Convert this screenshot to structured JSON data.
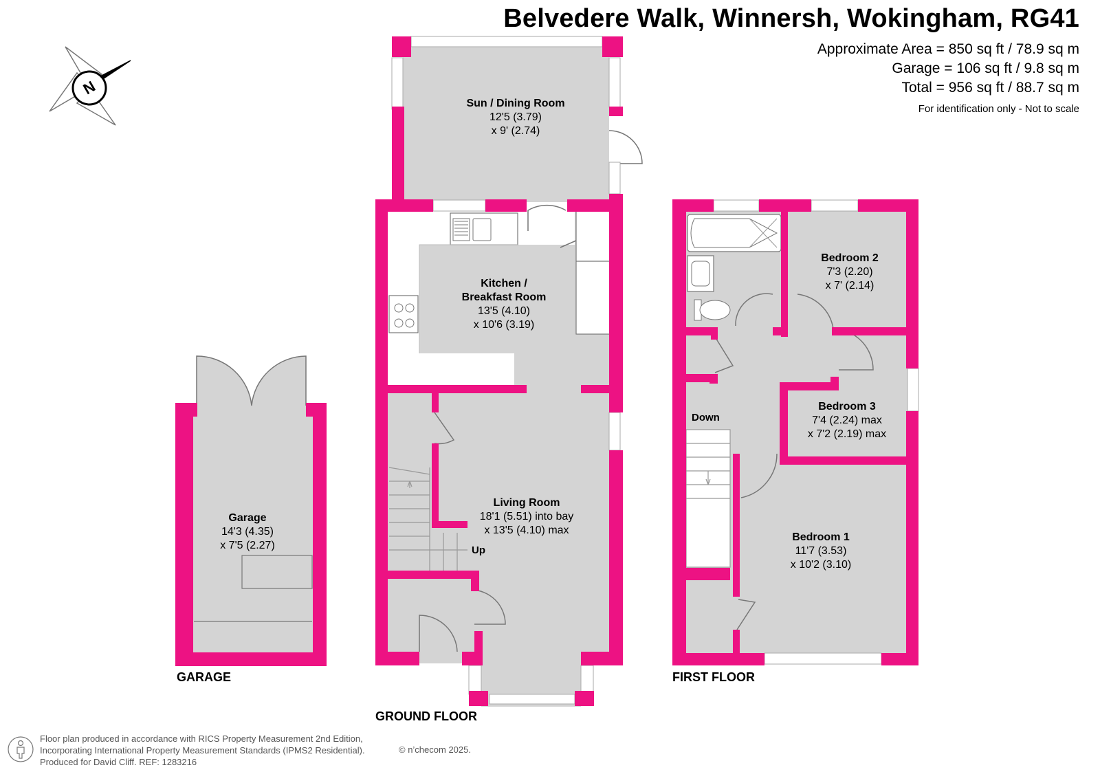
{
  "header": {
    "title": "Belvedere Walk, Winnersh, Wokingham, RG41",
    "area_line": "Approximate Area = 850 sq ft / 78.9 sq m",
    "garage_line": "Garage = 106 sq ft / 9.8 sq m",
    "total_line": "Total = 956 sq ft / 88.7 sq m",
    "note": "For identification only - Not to scale"
  },
  "compass": {
    "letter": "N"
  },
  "floors": {
    "garage": "GARAGE",
    "ground": "GROUND FLOOR",
    "first": "FIRST FLOOR"
  },
  "rooms": {
    "sun_dining": {
      "name": "Sun / Dining Room",
      "dim1": "12'5 (3.79)",
      "dim2": "x 9' (2.74)"
    },
    "kitchen": {
      "name1": "Kitchen /",
      "name2": "Breakfast Room",
      "dim1": "13'5 (4.10)",
      "dim2": "x 10'6 (3.19)"
    },
    "living": {
      "name": "Living Room",
      "dim1": "18'1 (5.51) into bay",
      "dim2": "x 13'5 (4.10) max"
    },
    "garage": {
      "name": "Garage",
      "dim1": "14'3 (4.35)",
      "dim2": "x 7'5 (2.27)"
    },
    "bedroom2": {
      "name": "Bedroom 2",
      "dim1": "7'3 (2.20)",
      "dim2": "x 7' (2.14)"
    },
    "bedroom3": {
      "name": "Bedroom 3",
      "dim1": "7'4 (2.24) max",
      "dim2": "x 7'2 (2.19) max"
    },
    "bedroom1": {
      "name": "Bedroom 1",
      "dim1": "11'7 (3.53)",
      "dim2": "x 10'2 (3.10)"
    }
  },
  "stairs": {
    "up": "Up",
    "down": "Down"
  },
  "footer": {
    "line1": "Floor plan produced in accordance with RICS Property Measurement 2nd Edition,",
    "line2": "Incorporating International Property Measurement Standards (IPMS2 Residential).",
    "line3": "Produced for David Cliff.   REF: 1283216",
    "copyright": "© n’checom 2025."
  },
  "colors": {
    "wall": "#ed1283",
    "floor": "#d4d4d4",
    "window": "#ffffff"
  }
}
